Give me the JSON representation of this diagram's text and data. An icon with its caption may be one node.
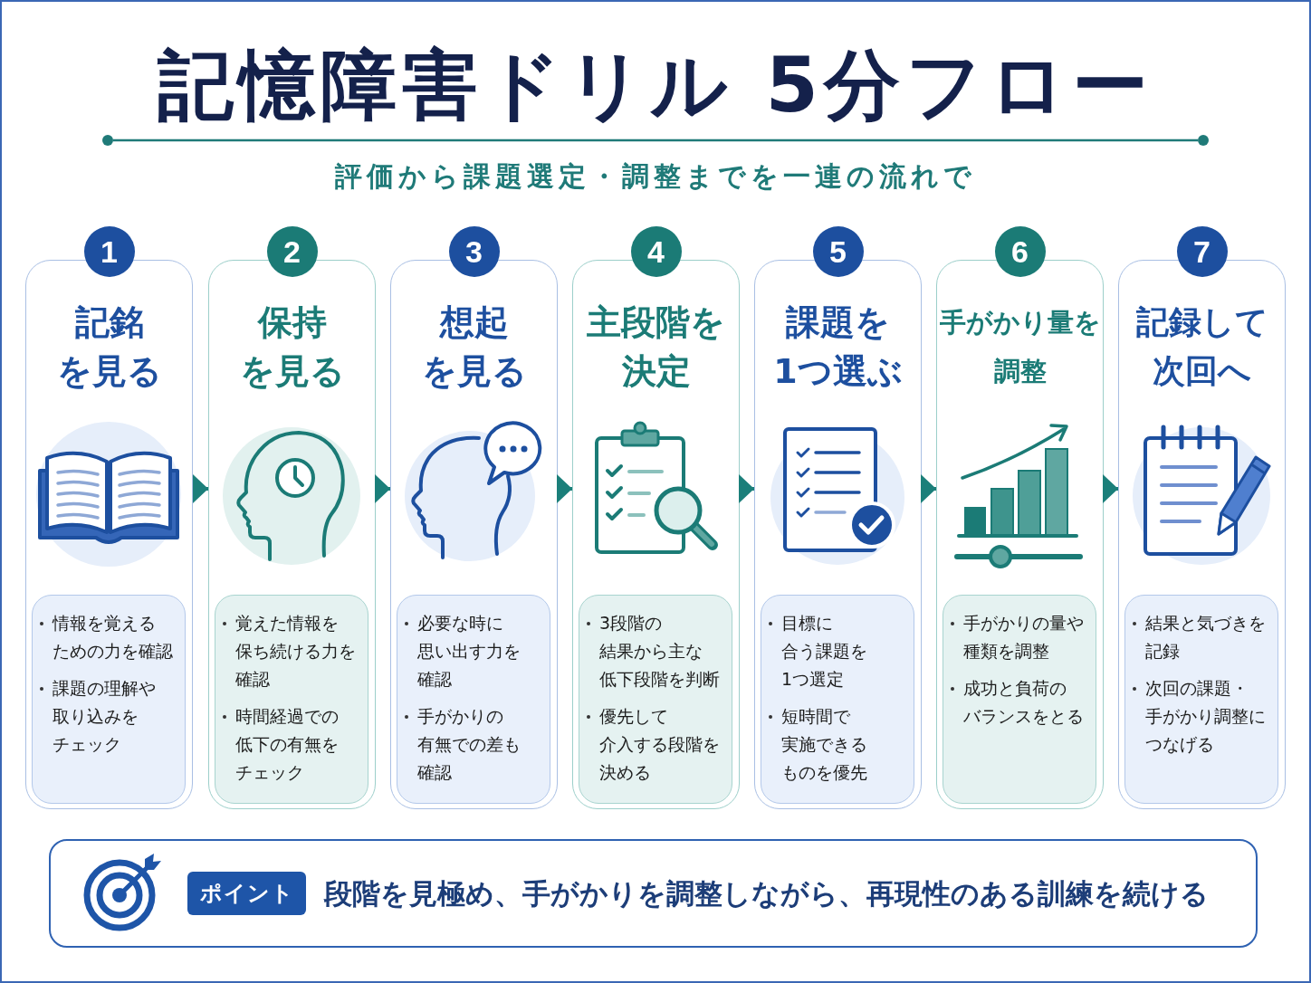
{
  "diagram": {
    "title": "記憶障害ドリル 5分フロー",
    "nodes": [
      {
        "text": [
          "1",
          "記銘を見る"
        ]
      },
      {
        "text": [
          "情報を覚えるための力を確認",
          "課題の理解や取り込みをチェック"
        ],
        "in": 0
      },
      {
        "text": [
          "2",
          "保持を見る"
        ]
      },
      {
        "text": [
          "覚えた情報を保ち続ける力を確認",
          "時間経過での低下の有無をチェック"
        ],
        "in": 2
      },
      {
        "text": [
          "3",
          "想起を見る"
        ]
      },
      {
        "text": [
          "必要な時に思い出す力を確認",
          "手がかりの有無での差も確認"
        ],
        "in": 4
      },
      {
        "text": [
          "4",
          "主段階を決定"
        ]
      },
      {
        "text": [
          "3段階の結果から主な低下段階を判断",
          "優先して介入する段階を決める"
        ],
        "in": 6
      },
      {
        "text": [
          "5",
          "課題を1つ選ぶ"
        ]
      },
      {
        "text": [
          "目標に合う課題を1つ選定",
          "短時間で実施できるものを優先"
        ],
        "in": 8
      },
      {
        "text": [
          "6",
          "手がかり量を調整"
        ]
      },
      {
        "text": [
          "手がかりの量や種類を調整",
          "成功と負荷のバランスをとる"
        ],
        "in": 10
      },
      {
        "text": [
          "7",
          "記録して次回へ"
        ]
      },
      {
        "text": [
          "結果と気づきを記録",
          "次回の課題・手がかり調整につなげる"
        ],
        "in": 12
      },
      {
        "text": [
          "段階を見極め、手がかりを調整しながら、再現性のある訓練を続ける"
        ]
      },
      {
        "text": [
          "ポイント"
        ],
        "in": 14
      }
    ],
    "edges": [
      {
        "from": 0,
        "to": 2,
        "arrow": "to"
      },
      {
        "from": 2,
        "to": 4,
        "arrow": "to"
      },
      {
        "from": 4,
        "to": 6,
        "arrow": "to"
      },
      {
        "from": 6,
        "to": 8,
        "arrow": "to"
      },
      {
        "from": 8,
        "to": 10,
        "arrow": "to"
      },
      {
        "from": 10,
        "to": 12,
        "arrow": "to"
      }
    ],
    "labels": [
      "評価から課題選定・調整までを一連の流れで"
    ]
  }
}
